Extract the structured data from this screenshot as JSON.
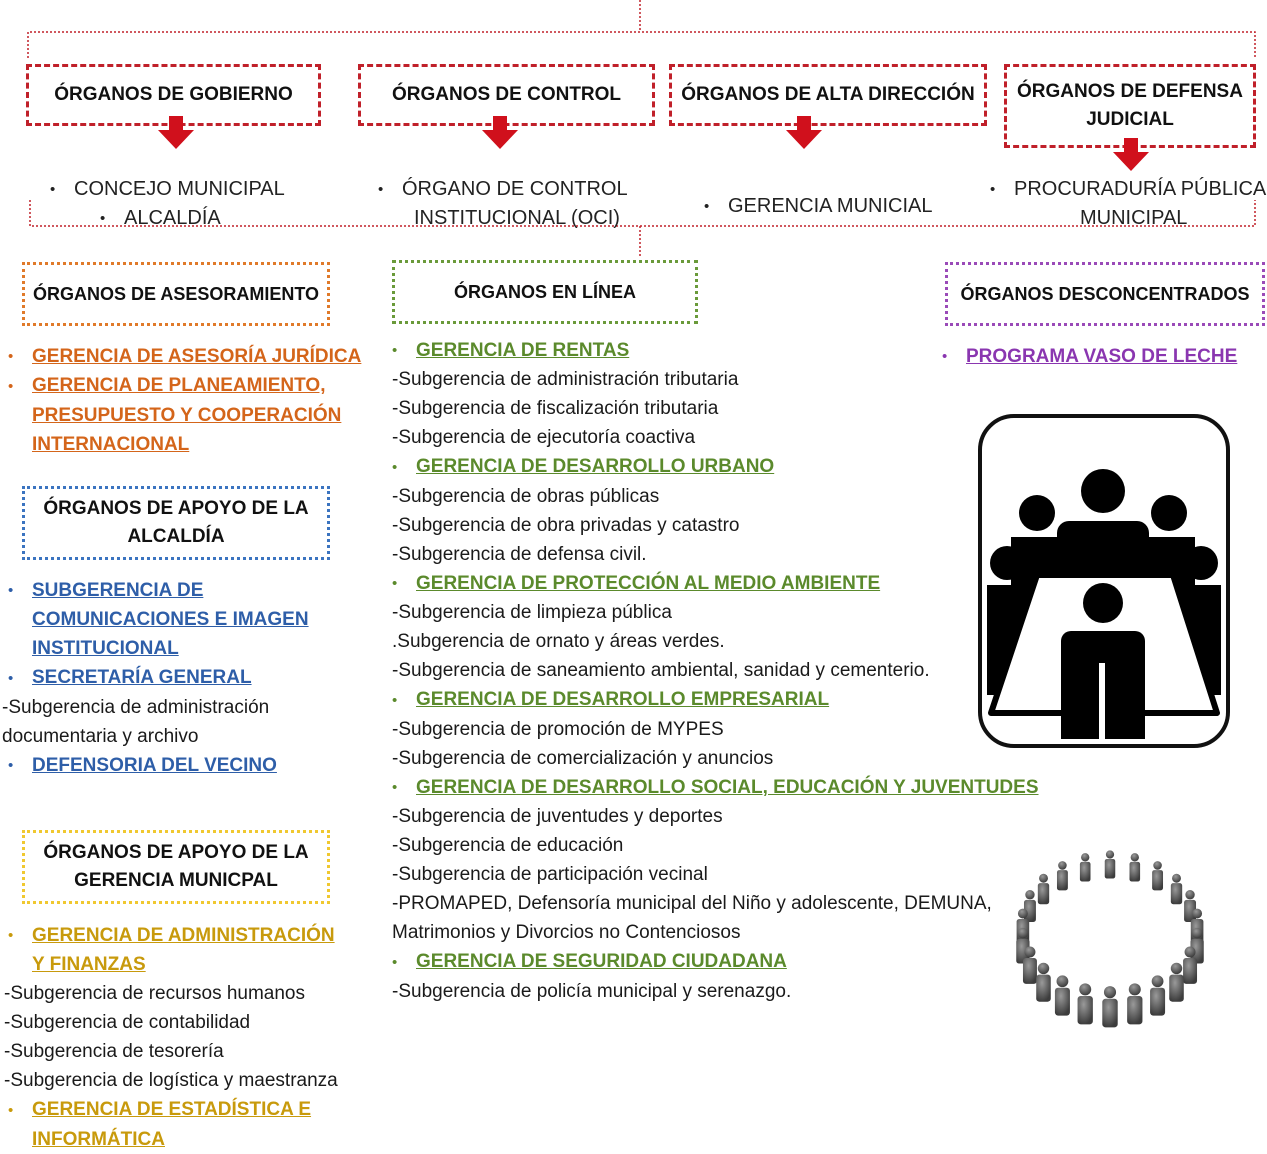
{
  "top_boxes": [
    {
      "label": "ÓRGANOS DE GOBIERNO"
    },
    {
      "label": "ÓRGANOS DE CONTROL"
    },
    {
      "label": "ÓRGANOS DE ALTA DIRECCIÓN"
    },
    {
      "label": "ÓRGANOS DE DEFENSA JUDICIAL"
    }
  ],
  "top_items": {
    "gobierno": [
      "CONCEJO  MUNICIPAL",
      "ALCALDÍA"
    ],
    "control": [
      "ÓRGANO DE CONTROL",
      "INSTITUCIONAL (OCI)"
    ],
    "alta": [
      "GERENCIA MUNICIAL"
    ],
    "defensa": [
      "PROCURADURÍA PÚBLICA",
      "MUNICIPAL"
    ]
  },
  "asesoramiento": {
    "title": "ÓRGANOS DE ASESORAMIENTO",
    "items": [
      "GERENCIA DE ASESORÍA JURÍDICA",
      "GERENCIA DE PLANEAMIENTO,",
      "PRESUPUESTO Y COOPERACIÓN",
      "INTERNACIONAL"
    ]
  },
  "apoyo_alcaldia": {
    "title_line1": "ÓRGANOS DE APOYO DE LA",
    "title_line2": "ALCALDÍA",
    "items": [
      "SUBGERENCIA DE",
      "COMUNICACIONES E IMAGEN",
      "INSTITUCIONAL",
      "SECRETARÍA GENERAL"
    ],
    "sub1": " -Subgerencia de administración",
    "sub2": "documentaria y archivo",
    "last": "DEFENSORIA DEL VECINO"
  },
  "apoyo_gerencia": {
    "title_line1": "ÓRGANOS DE APOYO DE LA",
    "title_line2": "GERENCIA MUNICPAL",
    "head1a": "GERENCIA DE ADMINISTRACIÓN",
    "head1b": "Y FINANZAS",
    "subs": [
      "-Subgerencia de recursos humanos",
      "-Subgerencia de contabilidad",
      "-Subgerencia de tesorería",
      "-Subgerencia de logística y maestranza"
    ],
    "head2a": "GERENCIA DE ESTADÍSTICA E",
    "head2b": "INFORMÁTICA"
  },
  "linea": {
    "title": "ÓRGANOS EN LÍNEA",
    "rows": [
      {
        "h": "GERENCIA DE RENTAS"
      },
      {
        "s": "-Subgerencia de administración tributaria"
      },
      {
        "s": "-Subgerencia de fiscalización tributaria"
      },
      {
        "s": "-Subgerencia de ejecutoría coactiva"
      },
      {
        "h": "GERENCIA DE DESARROLLO URBANO"
      },
      {
        "s": "-Subgerencia de obras públicas"
      },
      {
        "s": "-Subgerencia de obra privadas y catastro"
      },
      {
        "s": "-Subgerencia de defensa civil."
      },
      {
        "h": "GERENCIA DE PROTECCIÓN AL MEDIO AMBIENTE"
      },
      {
        "s": "-Subgerencia de limpieza pública"
      },
      {
        "s": ".Subgerencia de ornato y áreas verdes."
      },
      {
        "s": "-Subgerencia de saneamiento ambiental, sanidad y cementerio."
      },
      {
        "h": "GERENCIA DE DESARROLLO EMPRESARIAL"
      },
      {
        "s": "-Subgerencia de promoción de MYPES"
      },
      {
        "s": "-Subgerencia de comercialización y anuncios"
      },
      {
        "h": "GERENCIA DE DESARROLLO SOCIAL, EDUCACIÓN Y JUVENTUDES"
      },
      {
        "s": "-Subgerencia de juventudes y deportes"
      },
      {
        "s": "-Subgerencia de educación"
      },
      {
        "s": "-Subgerencia de participación vecinal"
      },
      {
        "s": "-PROMAPED, Defensoría municipal del Niño y adolescente, DEMUNA,"
      },
      {
        "s": "Matrimonios y Divorcios no Contenciosos"
      },
      {
        "h": "GERENCIA DE SEGURIDAD CIUDADANA"
      },
      {
        "s": "-Subgerencia de policía municipal y serenazgo."
      }
    ]
  },
  "desconcentrados": {
    "title": "ÓRGANOS DESCONCENTRADOS",
    "items": [
      "PROGRAMA VASO DE LECHE"
    ]
  },
  "colors": {
    "red": "#c0202a",
    "orange": "#d4651a",
    "green": "#5b8a2c",
    "blue": "#2e5ea8",
    "yellow": "#c89a0c",
    "purple": "#8a36b0"
  },
  "icons": [
    "meeting-table-icon",
    "people-circle-icon"
  ]
}
